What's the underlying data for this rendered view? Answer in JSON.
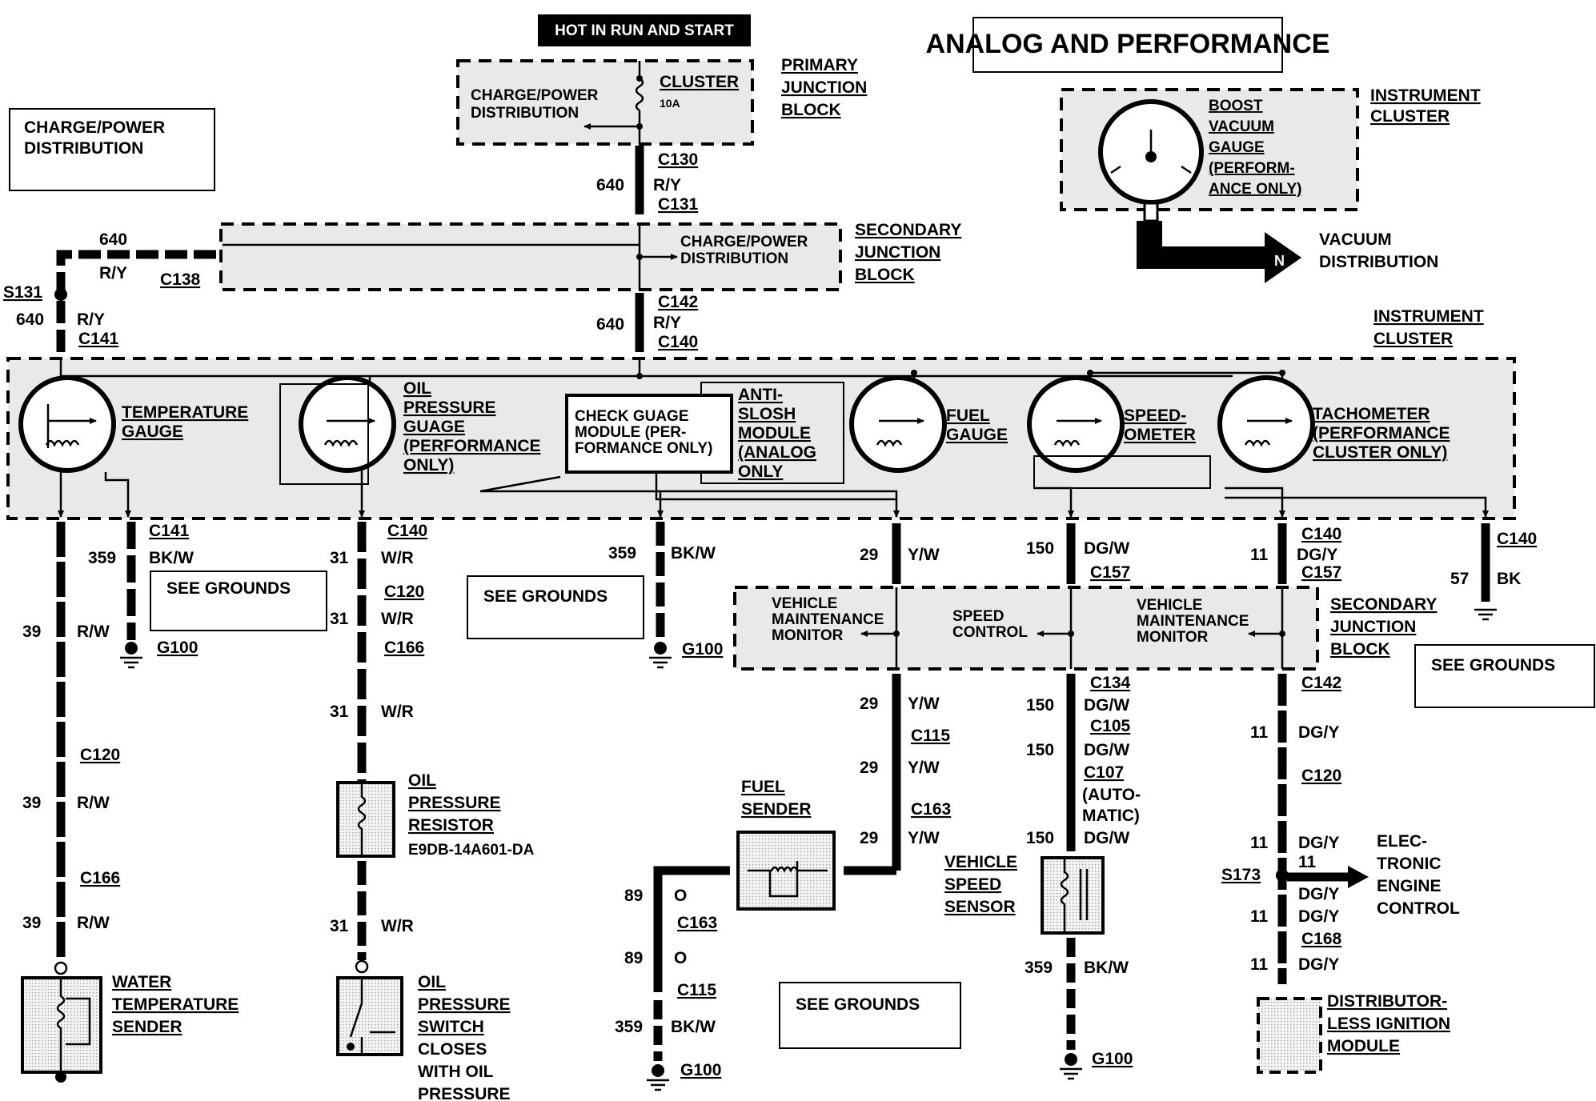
{
  "header": {
    "hot_label": "HOT IN RUN AND START",
    "title": "ANALOG AND PERFORMANCE",
    "charge_power_box": "CHARGE/POWER\nDISTRIBUTION"
  },
  "primary_junction": {
    "label": "PRIMARY\nJUNCTION\nBLOCK",
    "inner_text": "CHARGE/POWER\nDISTRIBUTION",
    "fuse_name": "CLUSTER",
    "fuse_rating": "10A"
  },
  "secondary_junction_top": {
    "label": "SECONDARY\nJUNCTION\nBLOCK",
    "inner_text": "CHARGE/POWER\nDISTRIBUTION"
  },
  "boost_gauge": {
    "label": "BOOST\nVACUUM\nGAUGE\n(PERFORM-\nANCE ONLY)",
    "cluster_label": "INSTRUMENT\nCLUSTER",
    "vacuum_label": "VACUUM\nDISTRIBUTION",
    "arrow_letter": "N"
  },
  "instrument_cluster": {
    "label": "INSTRUMENT\nCLUSTER",
    "temperature": "TEMPERATURE\nGAUGE",
    "oil_pressure": "OIL\nPRESSURE\nGUAGE\n(PERFORMANCE\nONLY)",
    "check_gauge": "CHECK GUAGE\nMODULE (PER-\nFORMANCE ONLY)",
    "anti_slosh": "ANTI-\nSLOSH\nMODULE\n(ANALOG\nONLY",
    "fuel": "FUEL\nGAUGE",
    "speedometer": "SPEED-\nOMETER",
    "tachometer": "TACHOMETER\n(PERFORMANCE\nCLUSTER ONLY)"
  },
  "secondary_junction_bottom": {
    "label": "SECONDARY\nJUNCTION\nBLOCK",
    "vmm_left": "VEHICLE\nMAINTENANCE\nMONITOR",
    "speed_control": "SPEED\nCONTROL",
    "vmm_right": "VEHICLE\nMAINTENANCE\nMONITOR"
  },
  "see_grounds": [
    "SEE GROUNDS",
    "SEE GROUNDS",
    "SEE GROUNDS",
    "SEE GROUNDS"
  ],
  "components": {
    "water_temp_sender": "WATER\nTEMPERATURE\nSENDER",
    "oil_pressure_resistor": "OIL\nPRESSURE\nRESISTOR",
    "resistor_part": "E9DB-14A601-DA",
    "oil_pressure_switch": "OIL\nPRESSURE\nSWITCH",
    "switch_note": "CLOSES\nWITH OIL\nPRESSURE",
    "fuel_sender": "FUEL\nSENDER",
    "vehicle_speed_sensor": "VEHICLE\nSPEED\nSENSOR",
    "eec": "ELEC-\nTRONIC\nENGINE\nCONTROL",
    "dis": "DISTRIBUTOR-\nLESS IGNITION\nMODULE",
    "auto_note": "(AUTO-\nMATIC)"
  },
  "connectors": {
    "c130": "C130",
    "c131": "C131",
    "c138": "C138",
    "s131": "S131",
    "c141": "C141",
    "c142": "C142",
    "c140": "C140",
    "c120": "C120",
    "c166": "C166",
    "c157": "C157",
    "c134": "C134",
    "c105": "C105",
    "c107": "C107",
    "c115": "C115",
    "c163": "C163",
    "c168": "C168",
    "s173": "S173",
    "g100": "G100"
  },
  "wires": {
    "w640": "640",
    "ry": "R/Y",
    "w359": "359",
    "bkw": "BK/W",
    "w39": "39",
    "rw": "R/W",
    "w31": "31",
    "wr": "W/R",
    "w29": "29",
    "yw": "Y/W",
    "w150": "150",
    "dgw": "DG/W",
    "w11": "11",
    "dgy": "DG/Y",
    "w57": "57",
    "bk": "BK",
    "w89": "89",
    "o": "O"
  }
}
